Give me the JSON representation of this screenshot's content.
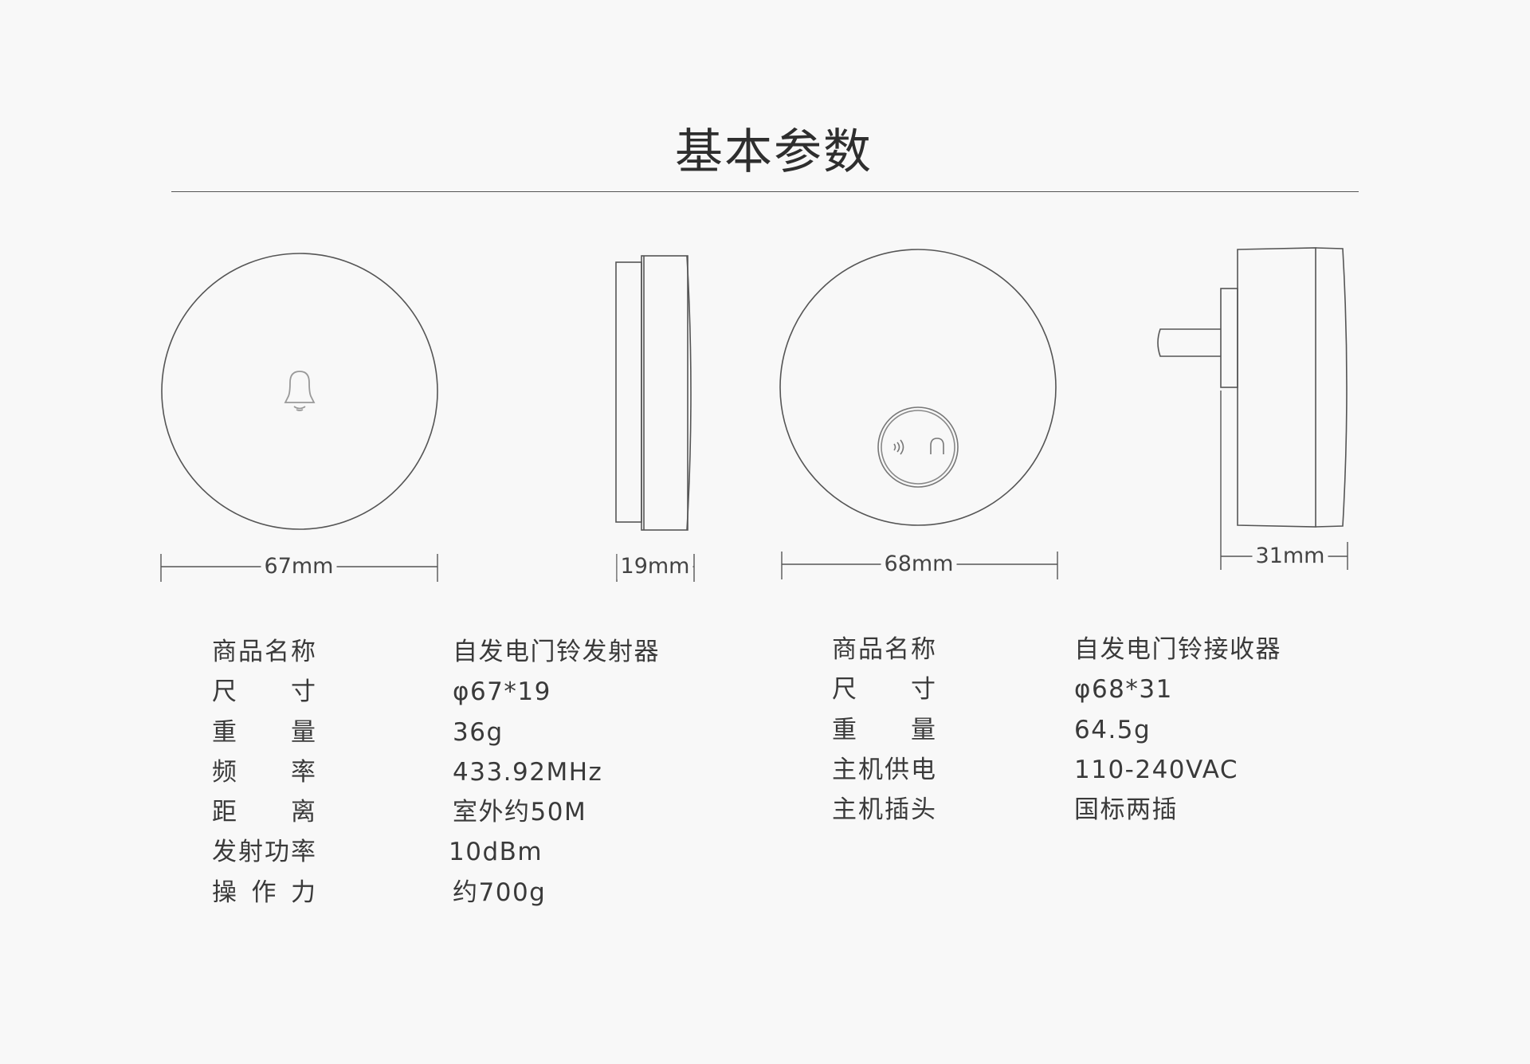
{
  "title": "基本参数",
  "dimensions": {
    "transmitter_diameter": "67mm",
    "transmitter_thickness": "19mm",
    "receiver_diameter": "68mm",
    "receiver_depth": "31mm"
  },
  "transmitter_specs": [
    {
      "label": "商品名称",
      "value": "自发电门铃发射器"
    },
    {
      "label": "尺寸",
      "value": "φ67*19"
    },
    {
      "label": "重量",
      "value": "36g"
    },
    {
      "label": "频率",
      "value": "433.92MHz"
    },
    {
      "label": "距离",
      "value": "室外约50M"
    },
    {
      "label": "发射功率",
      "value": "10dBm"
    },
    {
      "label": "操作力",
      "value": "约700g"
    }
  ],
  "receiver_specs": [
    {
      "label": "商品名称",
      "value": "自发电门铃接收器"
    },
    {
      "label": "尺寸",
      "value": "φ68*31"
    },
    {
      "label": "重量",
      "value": "64.5g"
    },
    {
      "label": "主机供电",
      "value": "110-240VAC"
    },
    {
      "label": "主机插头",
      "value": "国标两插"
    }
  ]
}
